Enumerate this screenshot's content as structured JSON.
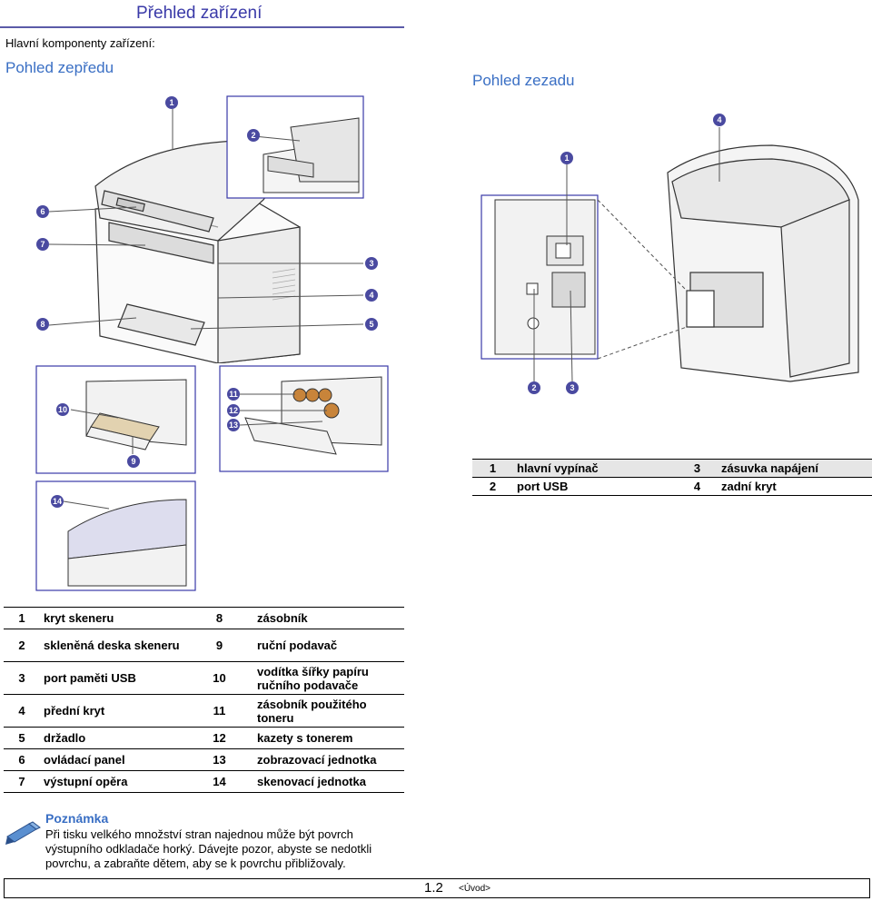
{
  "page": {
    "title": "Přehled zařízení",
    "subtitle": "Hlavní komponenty zařízení:",
    "front_heading": "Pohled zepředu",
    "rear_heading": "Pohled zezadu"
  },
  "front_callouts": [
    "1",
    "2",
    "6",
    "7",
    "3",
    "4",
    "8",
    "5",
    "10",
    "11",
    "12",
    "13",
    "9",
    "14"
  ],
  "rear_callouts": [
    "4",
    "1",
    "2",
    "3"
  ],
  "front_parts": [
    {
      "n1": "1",
      "l1": "kryt skeneru",
      "n2": "8",
      "l2": "zásobník"
    },
    {
      "n1": "2",
      "l1": "skleněná deska skeneru",
      "n2": "9",
      "l2": "ruční podavač"
    },
    {
      "n1": "3",
      "l1": "port paměti USB",
      "n2": "10",
      "l2": "vodítka šířky papíru ručního podavače"
    },
    {
      "n1": "4",
      "l1": "přední kryt",
      "n2": "11",
      "l2": "zásobník použitého toneru"
    },
    {
      "n1": "5",
      "l1": "držadlo",
      "n2": "12",
      "l2": "kazety s tonerem"
    },
    {
      "n1": "6",
      "l1": "ovládací panel",
      "n2": "13",
      "l2": "zobrazovací jednotka"
    },
    {
      "n1": "7",
      "l1": "výstupní opěra",
      "n2": "14",
      "l2": "skenovací jednotka"
    }
  ],
  "rear_parts": [
    {
      "n1": "1",
      "l1": "hlavní vypínač",
      "n2": "3",
      "l2": "zásuvka napájení"
    },
    {
      "n1": "2",
      "l1": "port USB",
      "n2": "4",
      "l2": "zadní kryt"
    }
  ],
  "note": {
    "title": "Poznámka",
    "text": "Při tisku velkého množství stran najednou může být povrch výstupního odkladače horký. Dávejte pozor, abyste se nedotkli povrchu, a zabraňte dětem, aby se k povrchu přibližovaly."
  },
  "footer": {
    "page_number": "1.2",
    "link": "<Úvod>"
  }
}
